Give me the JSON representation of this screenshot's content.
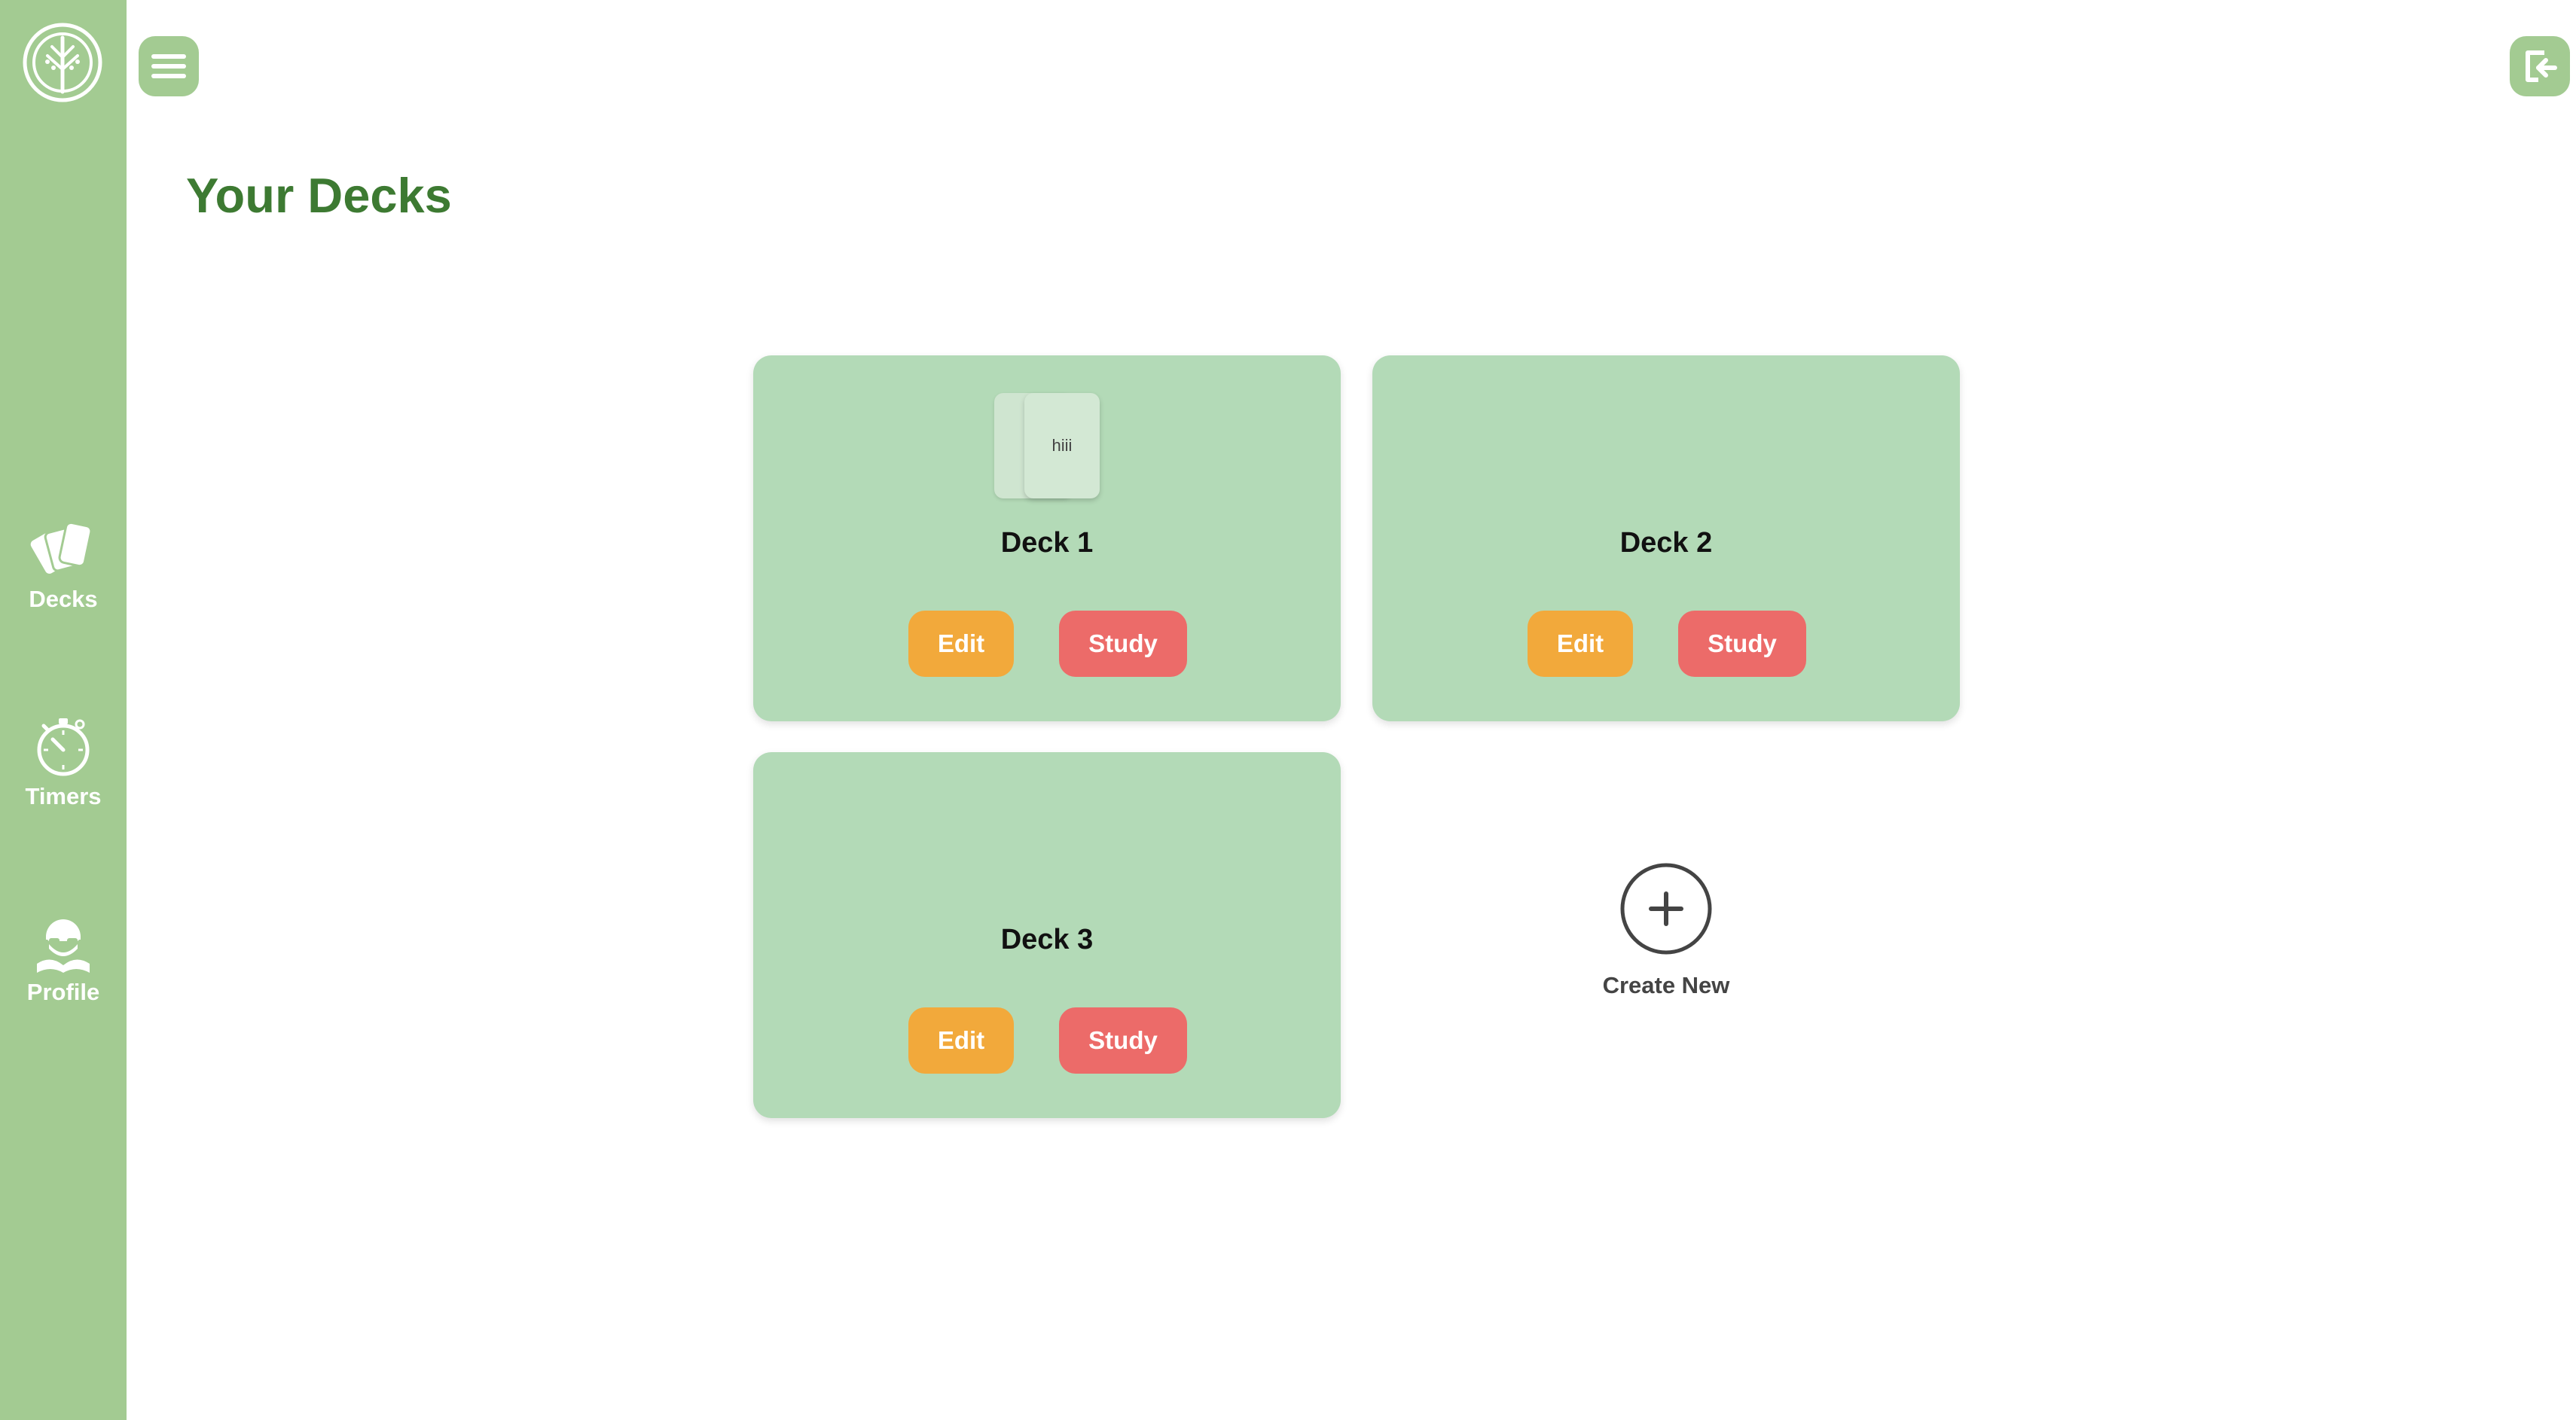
{
  "sidebar": {
    "items": [
      {
        "label": "Decks",
        "icon": "cards-icon"
      },
      {
        "label": "Timers",
        "icon": "stopwatch-icon"
      },
      {
        "label": "Profile",
        "icon": "reader-avatar-icon"
      }
    ]
  },
  "main": {
    "title": "Your Decks",
    "decks": [
      {
        "name": "Deck 1",
        "preview_text": "hiii",
        "edit_label": "Edit",
        "study_label": "Study"
      },
      {
        "name": "Deck 2",
        "edit_label": "Edit",
        "study_label": "Study"
      },
      {
        "name": "Deck 3",
        "edit_label": "Edit",
        "study_label": "Study"
      }
    ],
    "create_new_label": "Create New"
  },
  "colors": {
    "sidebar": "#a3cb92",
    "card": "#b3dab7",
    "title": "#3d7a32",
    "edit": "#f2a93b",
    "study": "#ec6b69"
  }
}
